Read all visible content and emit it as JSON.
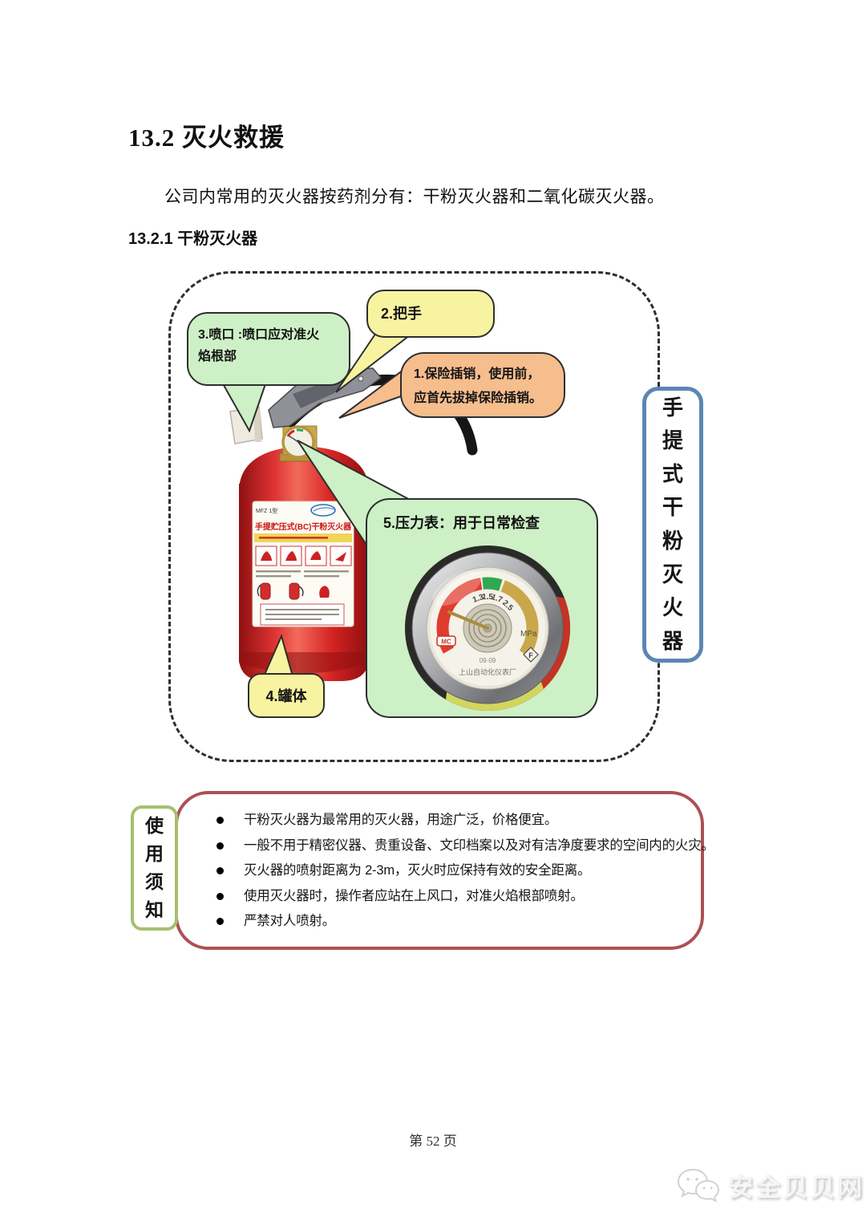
{
  "page": {
    "title": "13.2 灭火救援",
    "intro": "公司内常用的灭火器按药剂分有：干粉灭火器和二氧化碳灭火器。",
    "section_heading": "13.2.1 干粉灭火器",
    "footer": "第 52 页"
  },
  "diagram": {
    "side_label": "手提式干粉灭火器",
    "callouts": {
      "nozzle_lines": [
        "3.喷口 :喷口应对准火",
        "焰根部"
      ],
      "handle": "2.把手",
      "safety_pin_lines": [
        "1.保险插销，使用前，",
        "应首先拔掉保险插销。"
      ],
      "gauge": "5.压力表：用于日常检查",
      "tank": "4.罐体"
    },
    "extinguisher_label": {
      "model": "MFZ 1型",
      "banner": "手提贮压式(BC)干粉灭火器"
    },
    "gauge_detail": {
      "scale": [
        "1.3",
        "1.5",
        "1.7",
        "2.5"
      ],
      "unit": "MPa",
      "mark": "F",
      "logo": "MC",
      "date": "09·09",
      "maker": "上山自动化仪表厂"
    },
    "colors": {
      "bubble_green": "#cdf0c6",
      "bubble_yellow": "#f8f3a0",
      "bubble_orange": "#f6bd8d",
      "side_box_border": "#5b87b4",
      "notes_box_border": "#ad5055",
      "notes_label_border": "#a6bf6f",
      "extinguisher_red": "#d42222"
    }
  },
  "notes": {
    "label": "使用须知",
    "items": [
      "干粉灭火器为最常用的灭火器，用途广泛，价格便宜。",
      "一般不用于精密仪器、贵重设备、文印档案以及对有洁净度要求的空间内的火灾。",
      "灭火器的喷射距离为 2-3m，灭火时应保持有效的安全距离。",
      "使用灭火器时，操作者应站在上风口，对准火焰根部喷射。",
      "严禁对人喷射。"
    ]
  },
  "watermark": {
    "text": "安全贝贝网"
  }
}
